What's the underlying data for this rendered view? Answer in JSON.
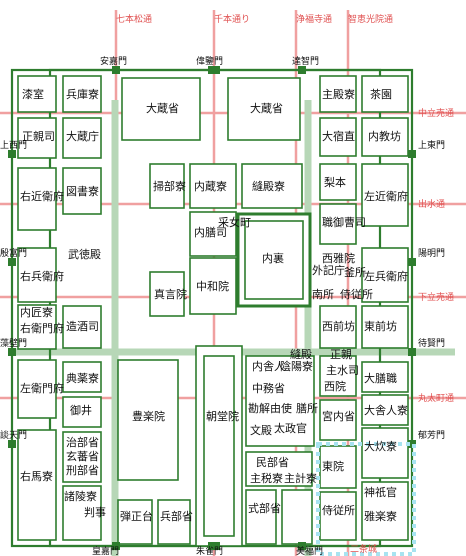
{
  "streets": {
    "ns": [
      "七本松通",
      "千本通り",
      "浄福寺通",
      "智恵光院通"
    ],
    "ew": [
      "中立売通",
      "出水通",
      "下立売通",
      "丸太町通"
    ],
    "nijo": "二条城"
  },
  "gates": {
    "north": [
      "安嘉門",
      "偉鑒門",
      "達智門"
    ],
    "south": [
      "皇嘉門",
      "朱雀門",
      "美福門"
    ],
    "west": [
      "上西門",
      "殷富門",
      "藻壁門",
      "談天門"
    ],
    "east": [
      "上東門",
      "陽明門",
      "待賢門",
      "郁芳門"
    ]
  },
  "offices": {
    "r1": [
      "漆室",
      "兵庫寮",
      "主殿寮",
      "茶園"
    ],
    "r2": [
      "正親司",
      "大蔵庁",
      "大宿直",
      "内教坊"
    ],
    "big": [
      "大蔵省",
      "大蔵省"
    ],
    "r3": [
      "右近衛府",
      "図書寮",
      "掃部寮",
      "内蔵寮",
      "縫殿寮",
      "梨本",
      "左近衛府"
    ],
    "mid": [
      "武徳殿",
      "右兵衛府",
      "内膳司",
      "采女町",
      "内裏",
      "職御曹司",
      "左兵衛府"
    ],
    "center": [
      "真言院",
      "中和院",
      "外記庁",
      "釜所",
      "侍従所",
      "南所",
      "西雅院",
      "西前坊",
      "東前坊"
    ],
    "lower": [
      "右衛門府",
      "内匠寮",
      "造酒司",
      "典薬寮",
      "左衛門府",
      "大膳職",
      "主水司",
      "西院",
      "内舎人",
      "陰陽寮",
      "中務省",
      "縫殿",
      "正親",
      "大舎人寮"
    ],
    "chodo": [
      "豊楽院",
      "朝堂院",
      "御井",
      "治部省",
      "玄蕃省",
      "刑部省",
      "判事",
      "諸陵寮"
    ],
    "south": [
      "右馬寮",
      "弾正台",
      "兵部省",
      "式部省",
      "民部省",
      "主税寮",
      "主計寮",
      "宮内省",
      "大炊寮",
      "神祇官",
      "東院",
      "侍従所",
      "雅楽寮",
      "勘解由使",
      "文殿",
      "太政官",
      "膳所"
    ]
  }
}
